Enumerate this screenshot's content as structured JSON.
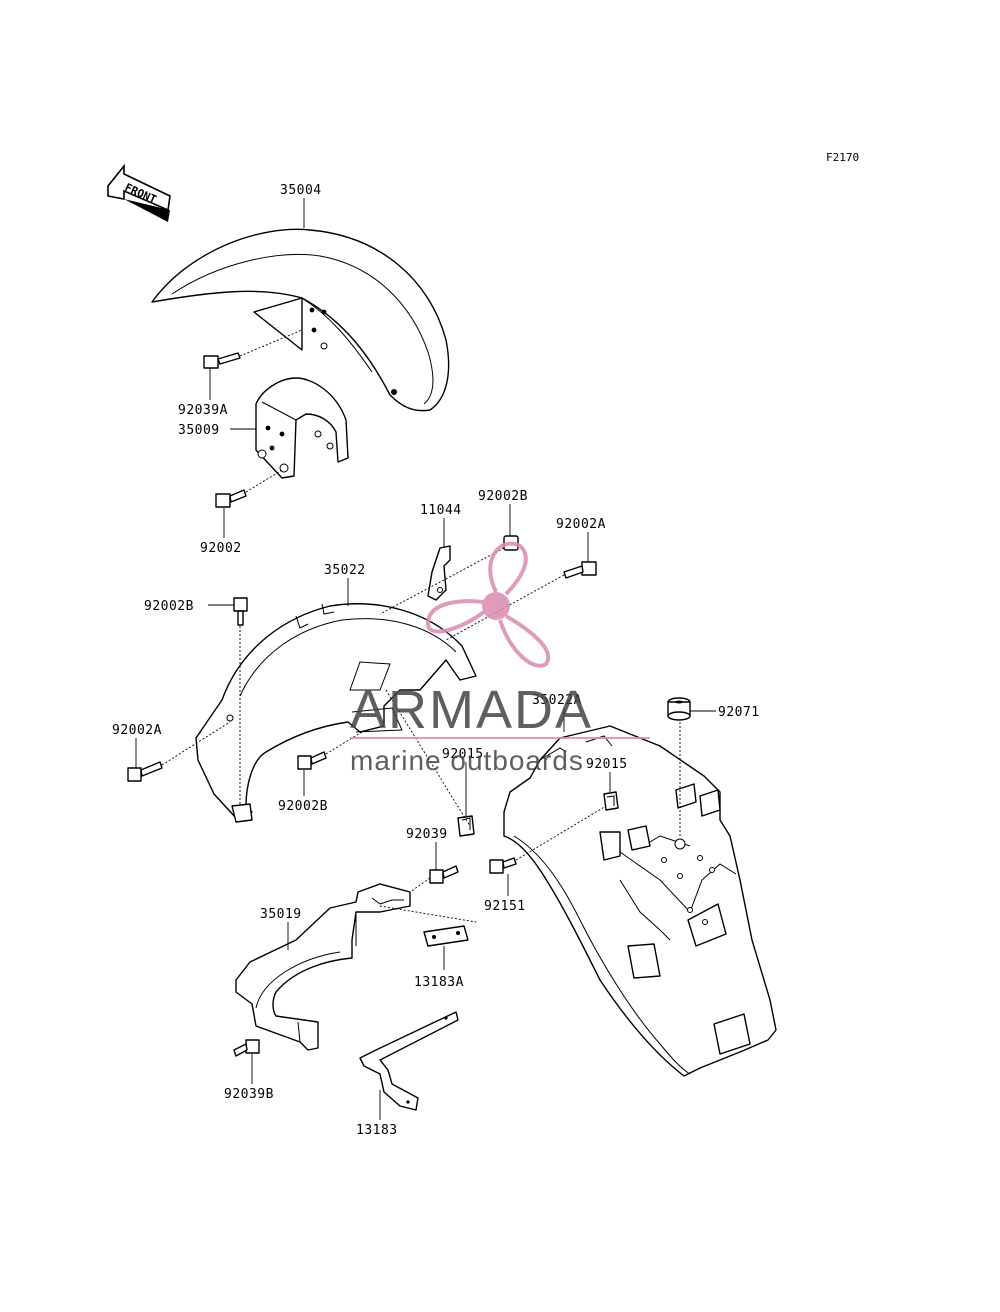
{
  "figure_code": "F2170",
  "direction_label": "FRONT",
  "parts": [
    {
      "id": "p35004",
      "number": "35004",
      "name": "front-fender"
    },
    {
      "id": "p92039A",
      "number": "92039A",
      "name": "bolt"
    },
    {
      "id": "p35009",
      "number": "35009",
      "name": "fender-bracket"
    },
    {
      "id": "p92002",
      "number": "92002",
      "name": "bolt"
    },
    {
      "id": "p11044",
      "number": "11044",
      "name": "bracket"
    },
    {
      "id": "p92002B_top",
      "number": "92002B",
      "name": "bolt"
    },
    {
      "id": "p92002A_top",
      "number": "92002A",
      "name": "bolt"
    },
    {
      "id": "p35022",
      "number": "35022",
      "name": "rear-fender-front"
    },
    {
      "id": "p92002B_left",
      "number": "92002B",
      "name": "bolt"
    },
    {
      "id": "p35022A",
      "number": "35022A",
      "name": "rear-fender-rear"
    },
    {
      "id": "p92071",
      "number": "92071",
      "name": "grommet"
    },
    {
      "id": "p92002A_left",
      "number": "92002A",
      "name": "bolt"
    },
    {
      "id": "p92015_a",
      "number": "92015",
      "name": "nut"
    },
    {
      "id": "p92015_b",
      "number": "92015",
      "name": "nut"
    },
    {
      "id": "p92002B_mid",
      "number": "92002B",
      "name": "bolt"
    },
    {
      "id": "p92039",
      "number": "92039",
      "name": "bolt"
    },
    {
      "id": "p92151",
      "number": "92151",
      "name": "bolt"
    },
    {
      "id": "p35019",
      "number": "35019",
      "name": "fender-cover"
    },
    {
      "id": "p13183A",
      "number": "13183A",
      "name": "plate"
    },
    {
      "id": "p92039B",
      "number": "92039B",
      "name": "bolt"
    },
    {
      "id": "p13183",
      "number": "13183",
      "name": "stay"
    }
  ],
  "watermark": {
    "brand": "ARMADA",
    "tagline": "marine outboards",
    "accent_color": "#d98ab0"
  }
}
